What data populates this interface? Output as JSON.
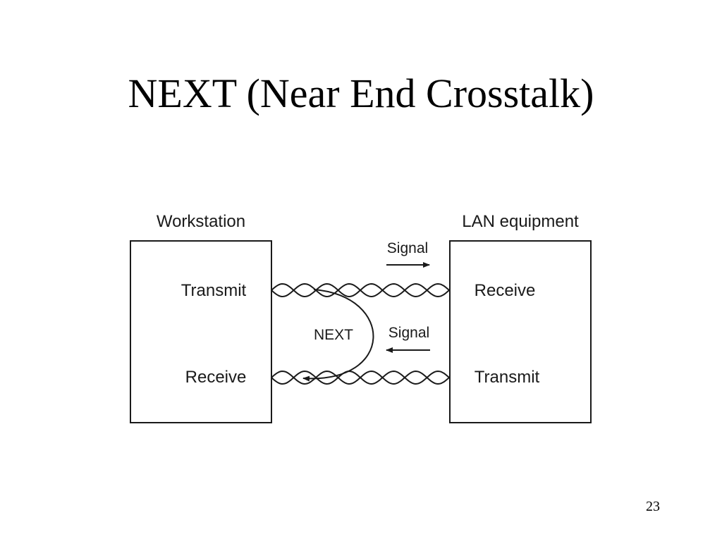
{
  "slide": {
    "title": "NEXT (Near End Crosstalk)",
    "page_number": "23"
  },
  "diagram": {
    "left_box": {
      "title": "Workstation",
      "top_port": "Transmit",
      "bottom_port": "Receive"
    },
    "right_box": {
      "title": "LAN equipment",
      "top_port": "Receive",
      "bottom_port": "Transmit"
    },
    "labels": {
      "signal_top": "Signal",
      "signal_bottom": "Signal",
      "next": "NEXT"
    },
    "colors": {
      "line": "#1a1a1a",
      "background": "#ffffff"
    }
  }
}
